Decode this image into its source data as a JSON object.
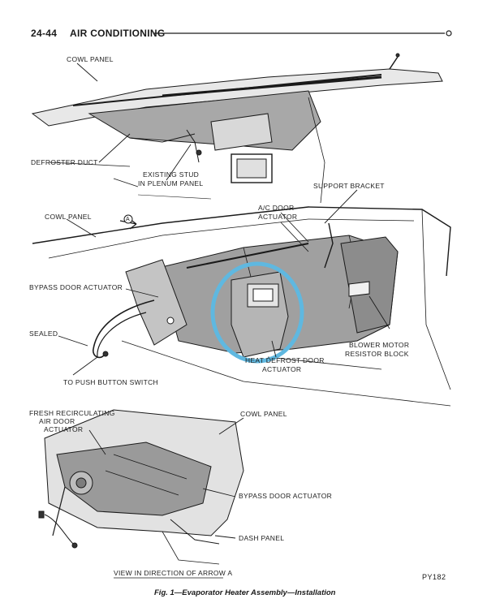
{
  "header": {
    "page_number": "24-44",
    "section_title": "AIR CONDITIONING"
  },
  "labels": {
    "cowl_panel_top": "COWL PANEL",
    "defroster_duct": "DEFROSTER DUCT",
    "existing_stud_1": "EXISTING STUD",
    "existing_stud_2": "IN PLENUM PANEL",
    "support_bracket": "SUPPORT BRACKET",
    "cowl_panel_mid": "COWL PANEL",
    "arrow_a": "A",
    "ac_door_1": "A/C DOOR",
    "ac_door_2": "ACTUATOR",
    "bypass_door_actuator_mid": "BYPASS DOOR ACTUATOR",
    "sealed": "SEALED",
    "blower_motor_1": "BLOWER MOTOR",
    "blower_motor_2": "RESISTOR BLOCK",
    "heat_defrost_1": "HEAT DEFROST DOOR",
    "heat_defrost_2": "ACTUATOR",
    "push_button": "TO PUSH BUTTON SWITCH",
    "fresh_recirc_1": "FRESH RECIRCULATING",
    "fresh_recirc_2": "AIR DOOR",
    "fresh_recirc_3": "ACTUATOR",
    "cowl_panel_bottom": "COWL PANEL",
    "bypass_door_actuator_bottom": "BYPASS DOOR ACTUATOR",
    "dash_panel": "DASH PANEL",
    "view_direction": "VIEW IN DIRECTION OF ARROW A"
  },
  "figure_code": "PY182",
  "caption": "Fig. 1—Evaporator Heater Assembly—Installation",
  "colors": {
    "ink": "#1a1a1a",
    "shade": "#9a9a9a",
    "light_shade": "#c8c8c8",
    "highlight_circle": "#5fb8e0"
  }
}
